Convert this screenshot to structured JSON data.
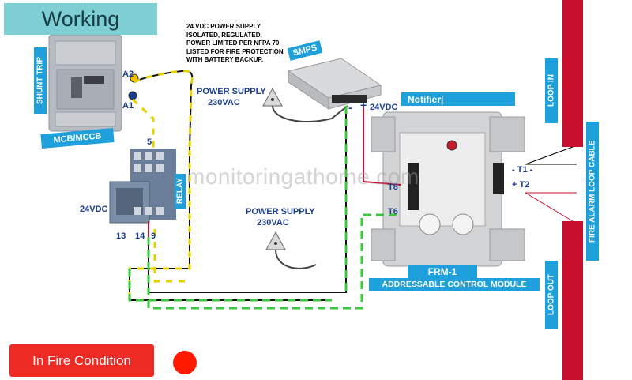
{
  "status_label": "Working",
  "fire_button_label": "In Fire Condition",
  "indicator_color": "#ff1a00",
  "supply_note": [
    "24 VDC POWER SUPPLY",
    "ISOLATED, REGULATED,",
    "POWER LIMITED PER NFPA 70.",
    "LISTED FOR FIRE PROTECTION",
    "WITH BATTERY BACKUP."
  ],
  "labels": {
    "shunt_trip": "SHUNT TRIP",
    "mcb": "MCB/MCCB",
    "a2": "A2",
    "a1": "A1",
    "power_supply_1": "POWER SUPPLY",
    "power_supply_1_v": "230VAC",
    "smps": "SMPS",
    "minus": "-",
    "plus": "+",
    "vdc_smps": "24VDC",
    "notifier": "Notifier|",
    "relay": "RELAY",
    "relay_vdc": "24VDC",
    "pin5": "5",
    "pin13": "13",
    "pin14": "14",
    "pin9": "9",
    "power_supply_2": "POWER SUPPLY",
    "power_supply_2_v": "230VAC",
    "t8": "T8",
    "t6": "T6",
    "t1": "- T1 -",
    "t2": "+ T2",
    "frm": "FRM-1",
    "acm": "ADDRESSABLE CONTROL MODULE",
    "loop_in": "LOOP IN",
    "loop_cable": "FIRE ALARM LOOP CABLE",
    "loop_out": "LOOP OUT"
  },
  "watermark": "monitoringathome.com"
}
